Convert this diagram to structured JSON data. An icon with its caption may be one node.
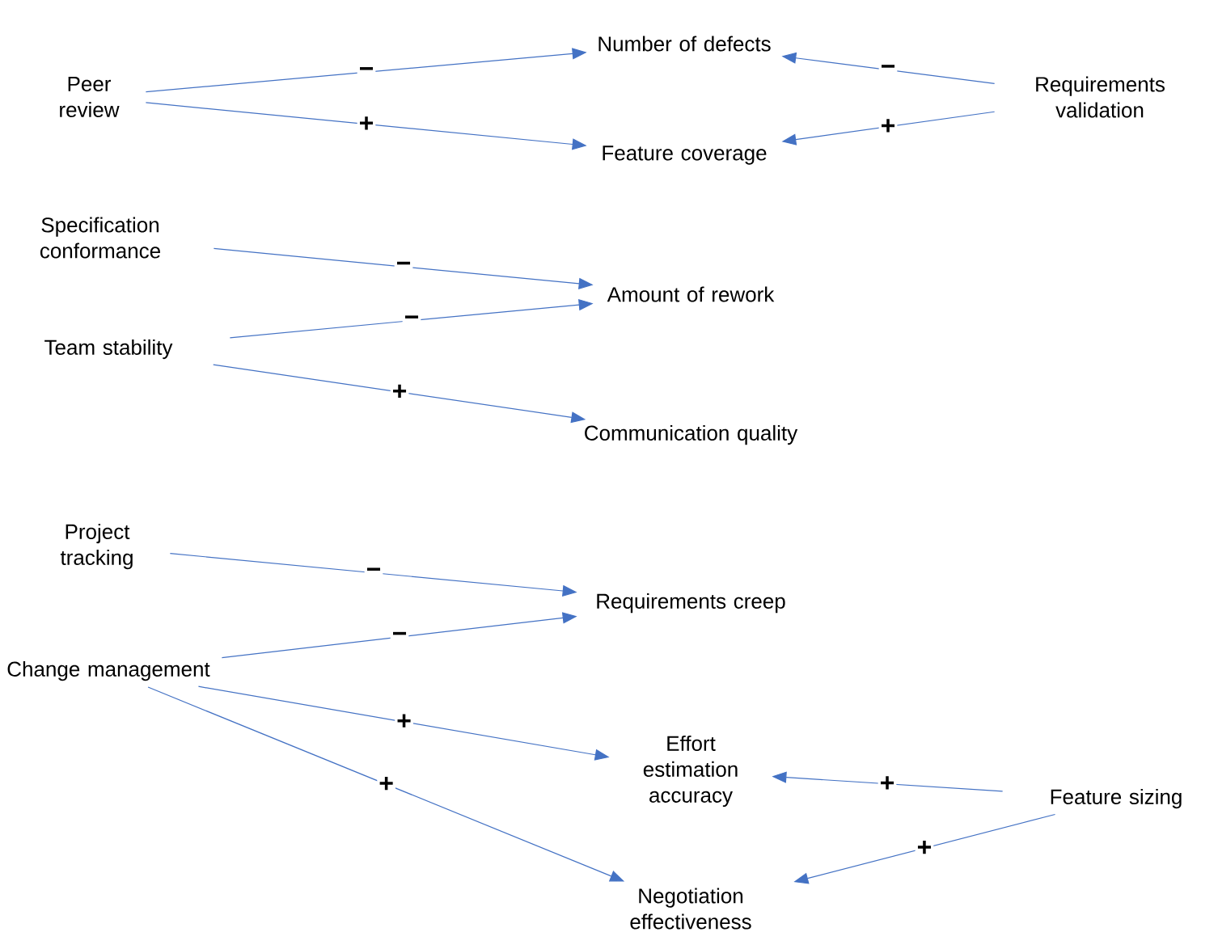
{
  "diagram": {
    "nodes": [
      {
        "text": [
          "Peer review"
        ]
      },
      {
        "text": [
          "Number of defects"
        ]
      },
      {
        "text": [
          "Feature coverage"
        ]
      },
      {
        "text": [
          "Requirements validation"
        ]
      },
      {
        "text": [
          "Specification conformance"
        ]
      },
      {
        "text": [
          "Amount of rework"
        ]
      },
      {
        "text": [
          "Team stability"
        ]
      },
      {
        "text": [
          "Communication quality"
        ]
      },
      {
        "text": [
          "Project tracking"
        ]
      },
      {
        "text": [
          "Requirements creep"
        ]
      },
      {
        "text": [
          "Change management"
        ]
      },
      {
        "text": [
          "Effort estimation accuracy"
        ]
      },
      {
        "text": [
          "Feature sizing"
        ]
      },
      {
        "text": [
          "Negotiation effectiveness"
        ]
      }
    ],
    "edges": [
      {
        "from": 0,
        "to": 1,
        "arrow": "to",
        "label": "−"
      },
      {
        "from": 0,
        "to": 2,
        "arrow": "to",
        "label": "+"
      },
      {
        "from": 3,
        "to": 1,
        "arrow": "to",
        "label": "−"
      },
      {
        "from": 3,
        "to": 2,
        "arrow": "to",
        "label": "+"
      },
      {
        "from": 4,
        "to": 5,
        "arrow": "to",
        "label": "−"
      },
      {
        "from": 6,
        "to": 5,
        "arrow": "to",
        "label": "−"
      },
      {
        "from": 6,
        "to": 7,
        "arrow": "to",
        "label": "+"
      },
      {
        "from": 8,
        "to": 9,
        "arrow": "to",
        "label": "−"
      },
      {
        "from": 10,
        "to": 9,
        "arrow": "to",
        "label": "−"
      },
      {
        "from": 10,
        "to": 11,
        "arrow": "to",
        "label": "+"
      },
      {
        "from": 10,
        "to": 13,
        "arrow": "to",
        "label": "+"
      },
      {
        "from": 12,
        "to": 11,
        "arrow": "to",
        "label": "+"
      },
      {
        "from": 12,
        "to": 13,
        "arrow": "to",
        "label": "+"
      }
    ]
  }
}
